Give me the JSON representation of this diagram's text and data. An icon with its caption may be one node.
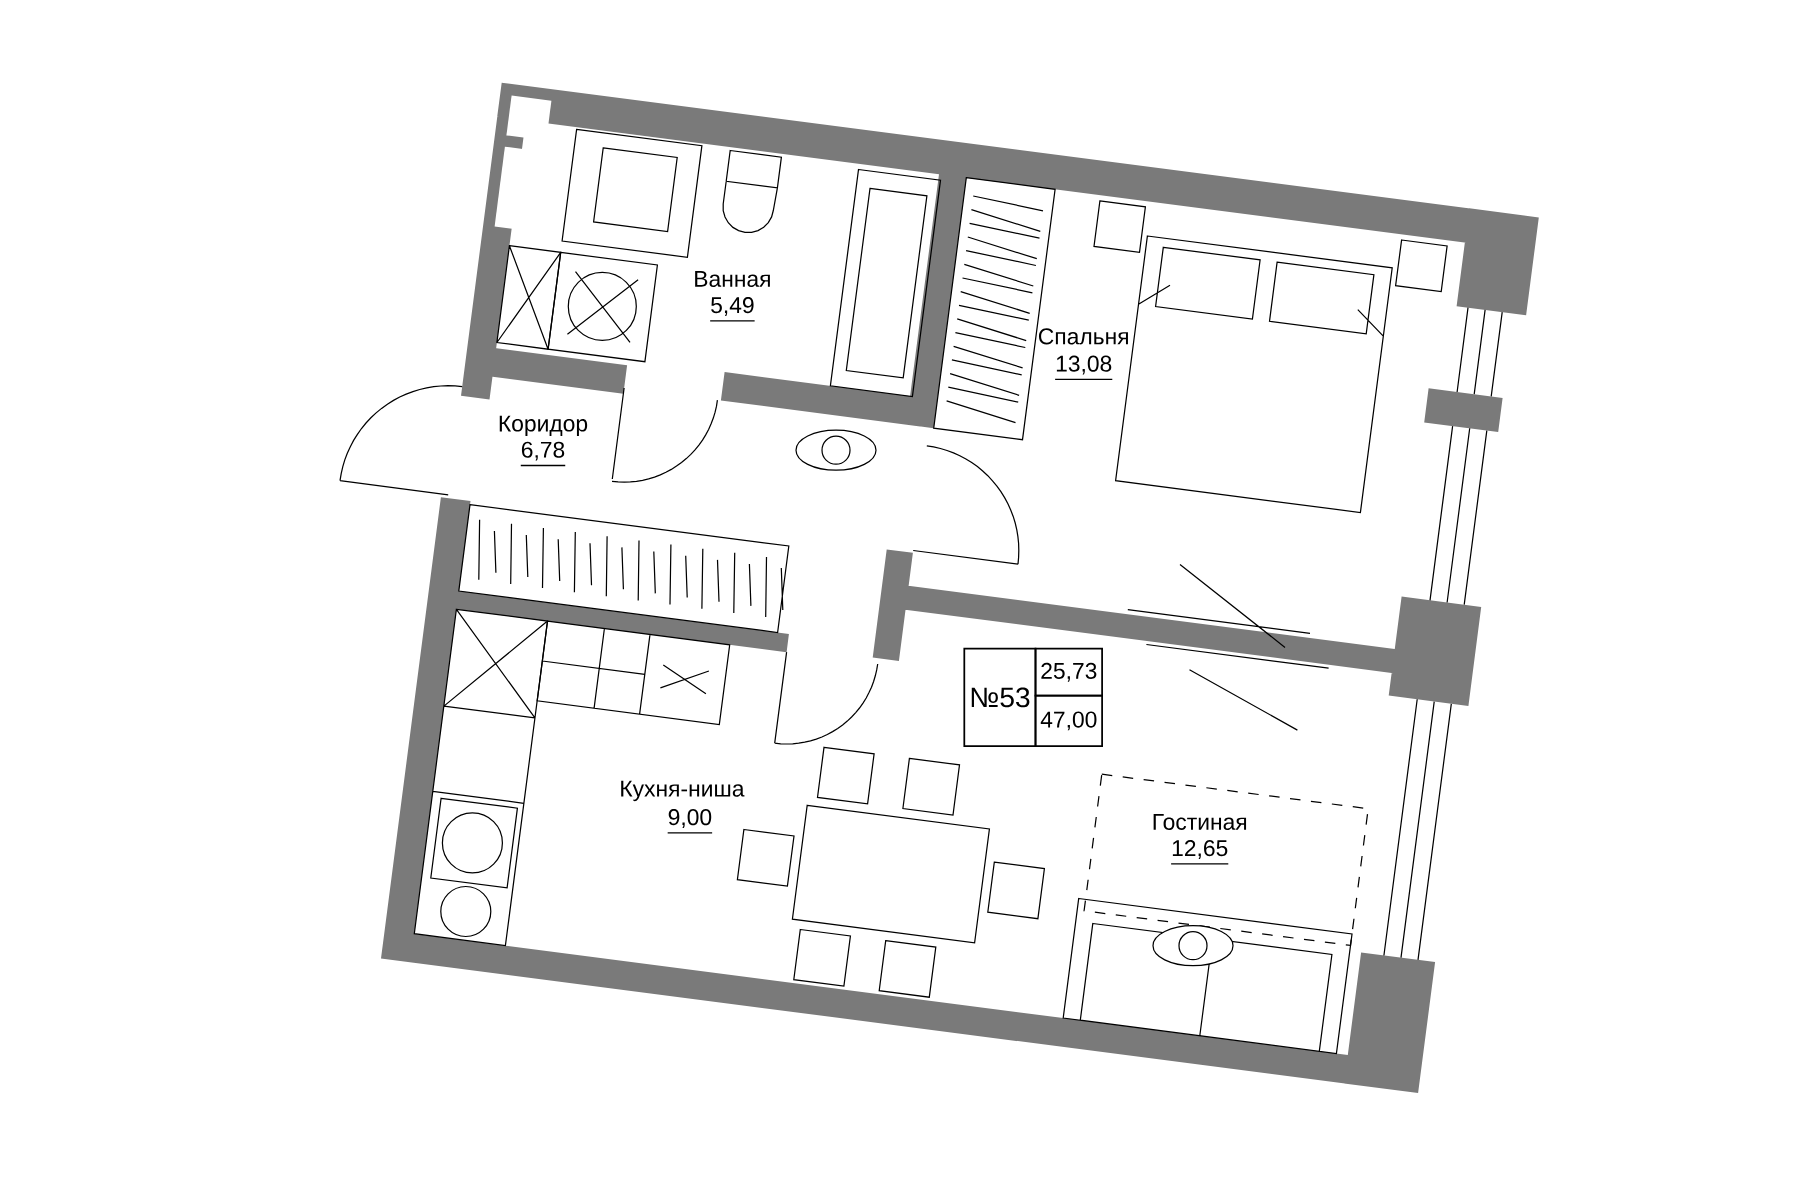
{
  "diagram": {
    "labels": [
      "Ванная",
      "5,49",
      "Спальня",
      "13,08",
      "Коридор",
      "6,78",
      "№53",
      "25,73",
      "47,00",
      "Кухня-ниша",
      "9,00",
      "Гостиная",
      "12,65"
    ]
  }
}
